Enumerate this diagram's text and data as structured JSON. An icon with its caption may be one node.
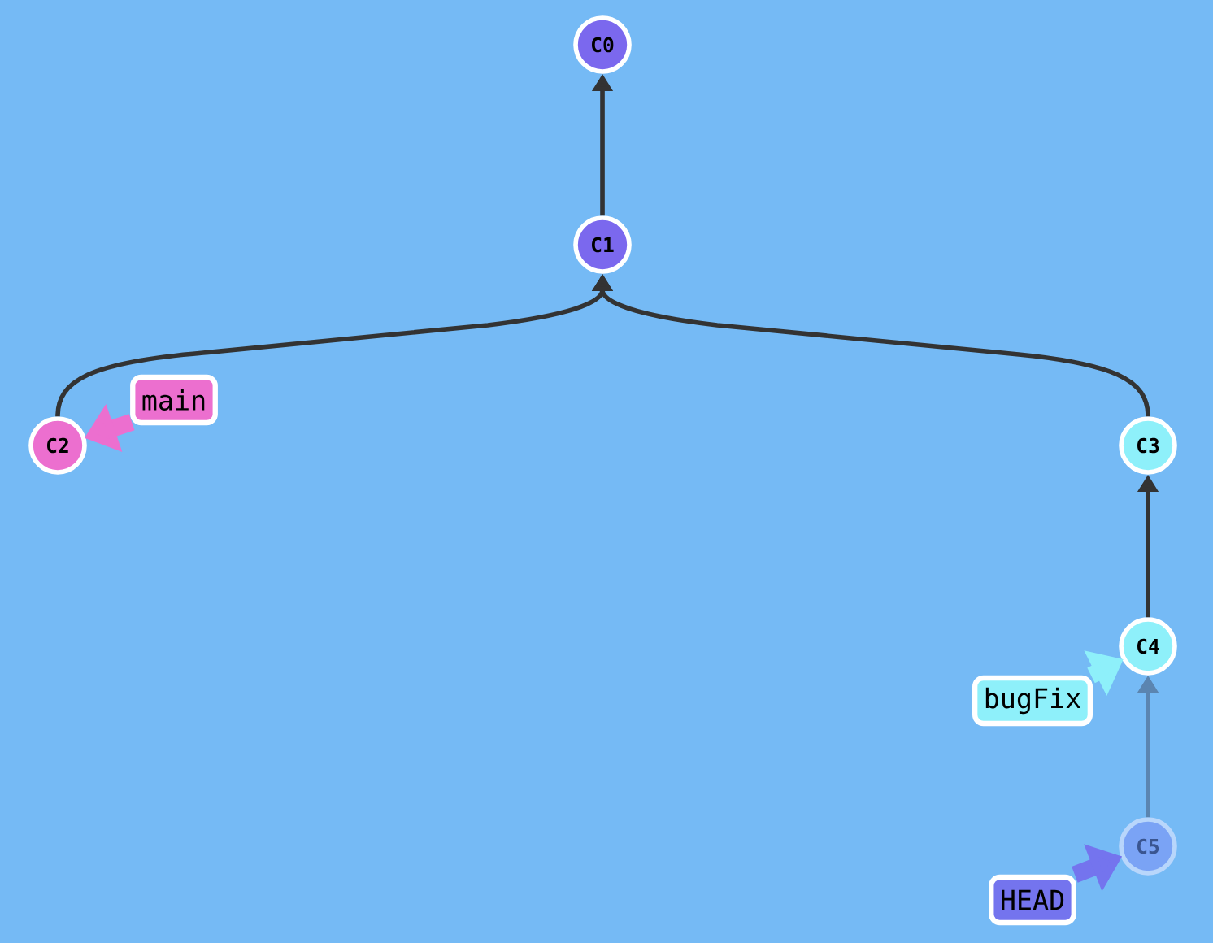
{
  "diagram": {
    "nodes": [
      {
        "text": [
          "C0"
        ]
      },
      {
        "text": [
          "C1"
        ]
      },
      {
        "text": [
          "C2"
        ]
      },
      {
        "text": [
          "C3"
        ]
      },
      {
        "text": [
          "C4"
        ]
      },
      {
        "text": [
          "C5"
        ]
      },
      {
        "text": [
          "main"
        ]
      },
      {
        "text": [
          "bugFix"
        ]
      },
      {
        "text": [
          "HEAD"
        ]
      }
    ],
    "edges": [
      {
        "from": 1,
        "to": 0,
        "arrow": "to"
      },
      {
        "from": 2,
        "to": 1,
        "arrow": "to"
      },
      {
        "from": 3,
        "to": 1,
        "arrow": "to"
      },
      {
        "from": 4,
        "to": 3,
        "arrow": "to"
      },
      {
        "from": 5,
        "to": 4,
        "arrow": "to",
        "color": "#5b85b0"
      },
      {
        "from": 6,
        "to": 2,
        "arrow": "to",
        "style": "thick",
        "color": "#ec6fcf"
      },
      {
        "from": 7,
        "to": 4,
        "arrow": "to",
        "style": "thick",
        "color": "#8ef0fa"
      },
      {
        "from": 8,
        "to": 5,
        "arrow": "to",
        "style": "thick",
        "color": "#7474ee"
      }
    ]
  }
}
